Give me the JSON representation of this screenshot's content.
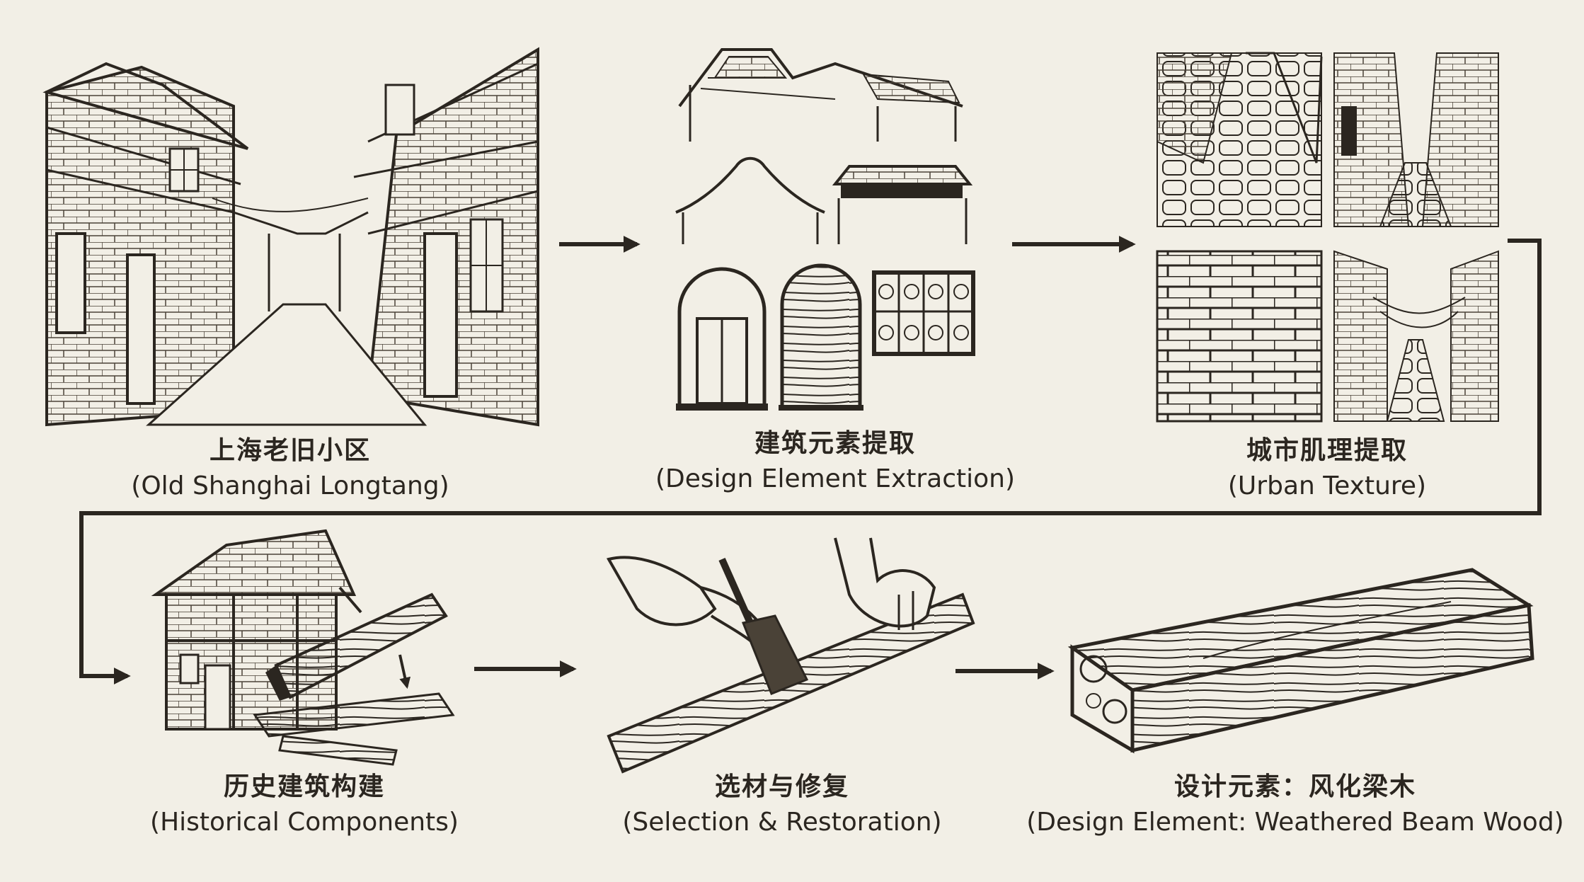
{
  "colors": {
    "background": "#f2efe6",
    "ink": "#2b2620",
    "wood": "#8c7a60"
  },
  "steps": [
    {
      "zh": "上海老旧小区",
      "en": "(Old Shanghai Longtang)",
      "icon": "alley-sketch-icon"
    },
    {
      "zh": "建筑元素提取",
      "en": "(Design Element Extraction)",
      "icon": "architectural-elements-icon"
    },
    {
      "zh": "城市肌理提取",
      "en": "(Urban Texture)",
      "icon": "urban-texture-icon"
    },
    {
      "zh": "历史建筑构建",
      "en": "(Historical Components)",
      "icon": "old-building-beam-icon"
    },
    {
      "zh": "选材与修复",
      "en": "(Selection & Restoration)",
      "icon": "hands-brush-icon"
    },
    {
      "zh": "设计元素：风化梁木",
      "en": "(Design Element: Weathered Beam Wood)",
      "icon": "weathered-beam-icon"
    }
  ]
}
